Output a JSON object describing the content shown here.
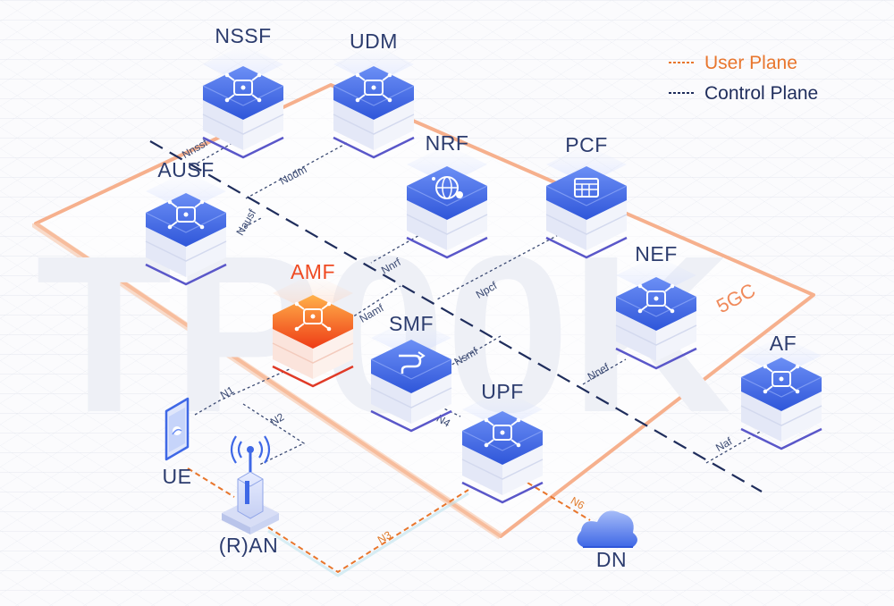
{
  "legend": {
    "user_plane": "User Plane",
    "control_plane": "Control Plane",
    "user_plane_color": "#e8762d",
    "control_plane_color": "#1f2d5c"
  },
  "region_label": "5GC",
  "watermark": "TP00K",
  "nodes": {
    "nssf": "NSSF",
    "udm": "UDM",
    "nrf": "NRF",
    "pcf": "PCF",
    "ausf": "AUSF",
    "amf": "AMF",
    "smf": "SMF",
    "nef": "NEF",
    "upf": "UPF",
    "af": "AF",
    "ue": "UE",
    "ran": "(R)AN",
    "dn": "DN"
  },
  "interfaces": {
    "nnssf": "Nnssf",
    "nudm": "Nudm",
    "nausf": "Nausf",
    "nnrf": "Nnrf",
    "npcf": "Npcf",
    "namf": "Namf",
    "nsmf": "Nsmf",
    "nnef": "Nnef",
    "naf": "Naf",
    "n1": "N1",
    "n2": "N2",
    "n3": "N3",
    "n4": "N4",
    "n6": "N6"
  },
  "icons": {
    "nssf": "network-hub-icon",
    "udm": "network-hub-icon",
    "nrf": "globe-icon",
    "pcf": "grid-panel-icon",
    "ausf": "network-hub-icon",
    "amf": "network-hub-icon",
    "smf": "pipe-icon",
    "nef": "network-hub-icon",
    "upf": "network-hub-icon",
    "af": "network-hub-icon",
    "ue": "phone-icon",
    "ran": "antenna-tower-icon",
    "dn": "cloud-icon"
  },
  "colors": {
    "node_blue": "#3f68e6",
    "node_highlight": "#f2541b",
    "region_outline": "#f4a27b"
  }
}
